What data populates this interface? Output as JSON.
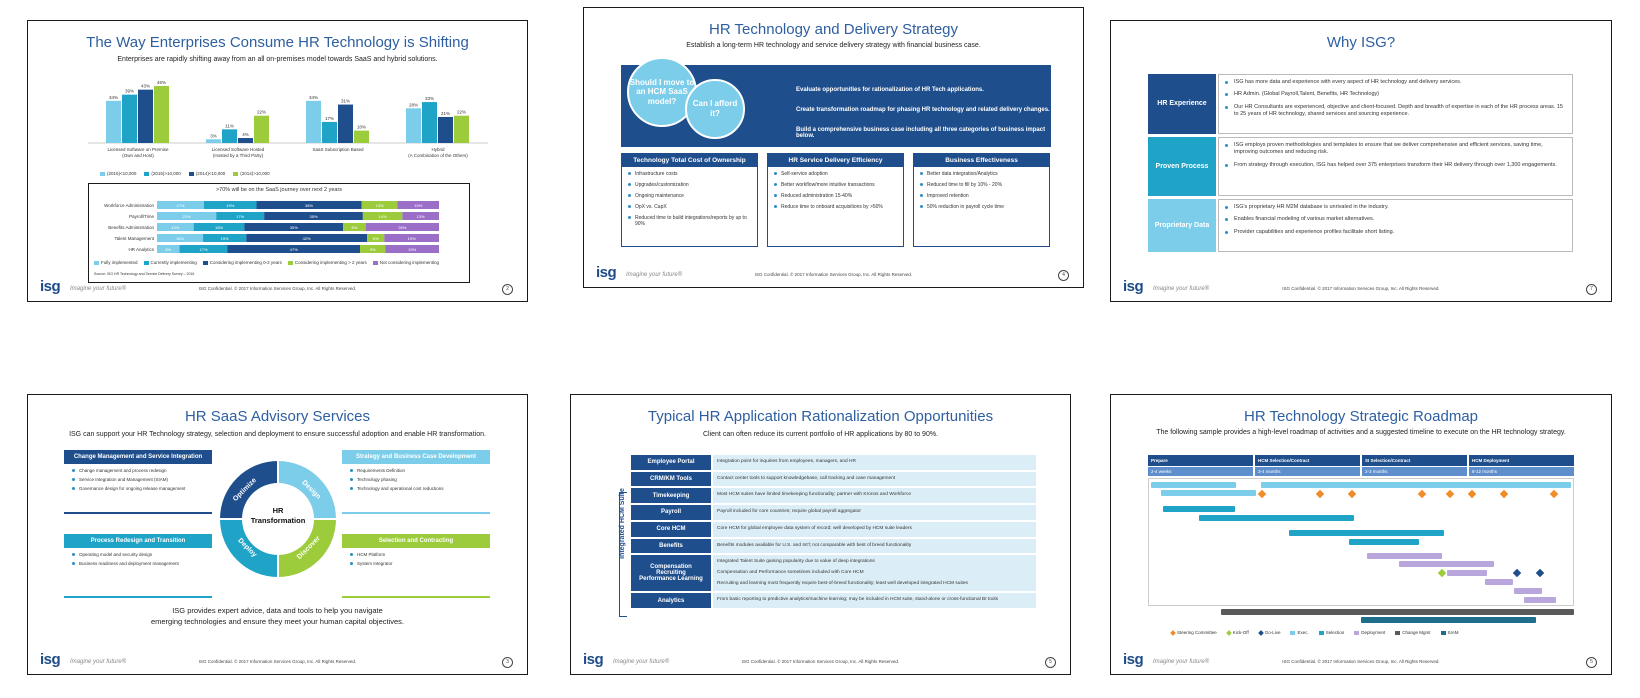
{
  "footer": {
    "logo": "isg",
    "tagline": "Imagine your future®",
    "confidential": "ISG Confidential. © 2017 Information Services Group, Inc. All Rights Reserved."
  },
  "slide1": {
    "title": "The Way Enterprises Consume HR Technology is Shifting",
    "subtitle": "Enterprises are rapidly shifting away from an all on-premises model towards SaaS and hybrid solutions.",
    "page": "2",
    "chart_data": {
      "type": "bar",
      "categories": [
        "Licensed Software on Premise (Own and Host)",
        "Licensed Software Hosted (Hosted by a Third Party)",
        "SaaS Subscription Based",
        "Hybrid (A Combination of the Others)"
      ],
      "series": [
        {
          "name": "(2015)<10,000",
          "color": "#7ccde9",
          "values": [
            34,
            3,
            34,
            28
          ]
        },
        {
          "name": "(2015)>10,000",
          "color": "#1fa3c7",
          "values": [
            39,
            11,
            17,
            33
          ]
        },
        {
          "name": "(2014)<10,000",
          "color": "#1f4e8c",
          "values": [
            43,
            4,
            31,
            21
          ]
        },
        {
          "name": "(2014)>10,000",
          "color": "#9ccc3c",
          "values": [
            46,
            22,
            10,
            22
          ]
        }
      ],
      "ylim": [
        0,
        50
      ]
    },
    "stack": {
      "title": ">70% will be on the SaaS journey over next 2 years",
      "rows": [
        {
          "label": "Workforce Administration",
          "values": [
            17,
            19,
            38,
            13,
            15
          ]
        },
        {
          "label": "Payroll/Time",
          "values": [
            21,
            17,
            35,
            14,
            13
          ]
        },
        {
          "label": "Benefits Administration",
          "values": [
            13,
            18,
            35,
            8,
            26
          ]
        },
        {
          "label": "Talent Management",
          "values": [
            16,
            15,
            42,
            6,
            19
          ]
        },
        {
          "label": "HR Analytics",
          "values": [
            8,
            17,
            47,
            9,
            19
          ]
        }
      ],
      "colors": [
        "#7ccde9",
        "#1fa3c7",
        "#1f4e8c",
        "#9ccc3c",
        "#9b6fc7"
      ],
      "legend": [
        "Fully implemented",
        "Currently implementing",
        "Considering implementing 0-2 years",
        "Considering implementing > 2 years",
        "Not considering implementing"
      ],
      "source": "Source: ISG HR Technology and Service Delivery Survey – 2016"
    }
  },
  "slide2": {
    "title": "HR Technology and Delivery Strategy",
    "subtitle": "Establish a long-term HR technology and service delivery strategy with financial business case.",
    "page": "4",
    "bubble1": "Should I move to an HCM SaaS model?",
    "bubble2": "Can I afford it?",
    "lines": [
      "Evaluate opportunities for rationalization of HR Tech applications.",
      "Create transformation roadmap for phasing HR technology and related delivery changes.",
      "Build a comprehensive business case including all three categories of business impact below."
    ],
    "columns": [
      {
        "header": "Technology Total Cost of Ownership",
        "items": [
          "Infrastructure costs",
          "Upgrades/customization",
          "Ongoing maintenance",
          "OpX vs. CapX",
          "Reduced time to build integrations/reports by up to 90%"
        ]
      },
      {
        "header": "HR Service Delivery Efficiency",
        "items": [
          "Self-service adoption",
          "Better workflow/more intuitive transactions",
          "Reduced administration 15-40%",
          "Reduce time to onboard acquisitions by >50%"
        ]
      },
      {
        "header": "Business Effectiveness",
        "items": [
          "Better data integration/Analytics",
          "Reduced time to fill by 10% - 20%",
          "Improved retention",
          "50% reduction in payroll cycle time"
        ]
      }
    ]
  },
  "slide3": {
    "title": "Why ISG?",
    "page": "7",
    "rows": [
      {
        "label": "HR Experience",
        "color": "#1f4e8c",
        "items": [
          "ISG has more data and experience with every aspect of HR technology and delivery services.",
          "HR Admin. (Global Payroll,Talent, Benefits, HR Technology)",
          "Our HR Consultants are experienced, objective and client-focused. Depth and breadth of expertise in each of the HR process areas. 15 to 25 years of HR technology, shared services and sourcing experience."
        ]
      },
      {
        "label": "Proven Process",
        "color": "#1fa3c7",
        "items": [
          "ISG employs proven methodologies and templates to ensure that we deliver comprehensive and efficient services, saving time, improving outcomes and reducing risk.",
          "From strategy through execution, ISG has helped over 375 enterprises transform their HR delivery through over 1,300 engagements."
        ]
      },
      {
        "label": "Proprietary Data",
        "color": "#7ccde9",
        "items": [
          "ISG's proprietary HR M2M database is unrivaled in the industry.",
          "Enables financial modeling of various market alternatives.",
          "Provider capabilities and experience profiles facilitate short listing."
        ]
      }
    ]
  },
  "slide4": {
    "title": "HR SaaS Advisory Services",
    "subtitle": "ISG can support your HR Technology strategy, selection and deployment to ensure successful adoption and enable HR transformation.",
    "page": "3",
    "center": "HR Transformation",
    "cycle": [
      "Optimize",
      "Design",
      "Discover",
      "Deploy"
    ],
    "boxes": [
      {
        "header": "Change Management and Service Integration",
        "color": "#1f4e8c",
        "items": [
          "Change management and process redesign",
          "Service Integration and Management (SIAM)",
          "Governance design for ongoing release management"
        ]
      },
      {
        "header": "Strategy and Business Case Development",
        "color": "#7ccde9",
        "items": [
          "Requirements Definition",
          "Technology phasing",
          "Technology and operational cost reductions"
        ]
      },
      {
        "header": "Process Redesign and Transition",
        "color": "#1fa3c7",
        "items": [
          "Operating model and security design",
          "Business readiness and deployment management"
        ]
      },
      {
        "header": "Selection and Contracting",
        "color": "#9ccc3c",
        "items": [
          "HCM Platform",
          "System Integrator"
        ]
      }
    ],
    "bottom": [
      "ISG provides expert advice, data and tools to help you navigate",
      "emerging technologies and ensure they meet your human capital objectives."
    ]
  },
  "slide5": {
    "title": "Typical HR Application Rationalization Opportunities",
    "subtitle": "Client can often reduce its current portfolio of HR applications by 80 to 90%.",
    "page": "5",
    "suite_label": "Integrated HCM Suite",
    "rows": [
      {
        "label": "Employee Portal",
        "text": [
          "Integration point for inquiries from employees, managers, and HR"
        ]
      },
      {
        "label": "CRM/KM Tools",
        "text": [
          "Contact center tools to support knowledgebase, call tracking and case management"
        ]
      },
      {
        "label": "Timekeeping",
        "text": [
          "Most HCM suites have limited timekeeping functionality; partner with Kronos and Workforce"
        ]
      },
      {
        "label": "Payroll",
        "text": [
          "Payroll included for core countries; require global payroll aggregator"
        ]
      },
      {
        "label": "Core HCM",
        "text": [
          "Core HCM for global employee data system of record; well developed by HCM suite leaders"
        ]
      },
      {
        "label": "Benefits",
        "text": [
          "Benefits modules available for U.S. and Int'l; not comparable with best of breed functionality"
        ]
      },
      {
        "label": "Compensation Recruiting Performance Learning",
        "text": [
          "Integrated Talent Suite gaining popularity due to value of deep integrations",
          "Compensation and Performance sometimes included with Core HCM",
          "Recruiting and learning most frequently require best-of-breed functionality; least well developed integrated HCM suites"
        ]
      },
      {
        "label": "Analytics",
        "text": [
          "From basic reporting to predictive analytics/machine learning; may be included in HCM suite, stand-alone or cross-functional BI tools"
        ]
      }
    ]
  },
  "slide6": {
    "title": "HR Technology Strategic Roadmap",
    "subtitle": "The following sample provides a high-level roadmap of activities and a suggested timeline to execute on the HR technology strategy.",
    "page": "5",
    "phases": [
      "Prepare",
      "HCM Selection/Contract",
      "SI Selection/Contract",
      "HCM Deployment"
    ],
    "durations": [
      "2-4 weeks",
      "3-4 months",
      "2-3 months",
      "8-12 months"
    ],
    "legend": [
      "Steering Committee",
      "Kick-Off",
      "Go-Live",
      "Exec.",
      "Selection",
      "Deployment",
      "Change Mgmt",
      "SIAM"
    ]
  }
}
